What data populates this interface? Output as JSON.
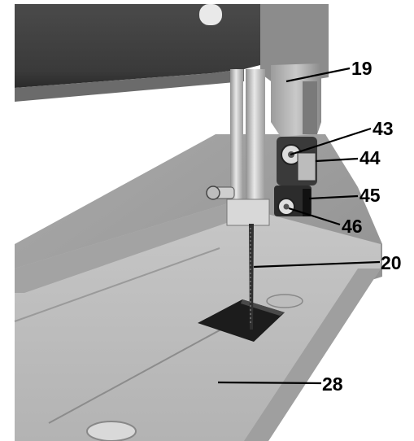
{
  "callouts": [
    {
      "id": "c19",
      "label": "19"
    },
    {
      "id": "c43",
      "label": "43"
    },
    {
      "id": "c44",
      "label": "44"
    },
    {
      "id": "c45",
      "label": "45"
    },
    {
      "id": "c46",
      "label": "46"
    },
    {
      "id": "c20",
      "label": "20"
    },
    {
      "id": "c28",
      "label": "28"
    }
  ]
}
